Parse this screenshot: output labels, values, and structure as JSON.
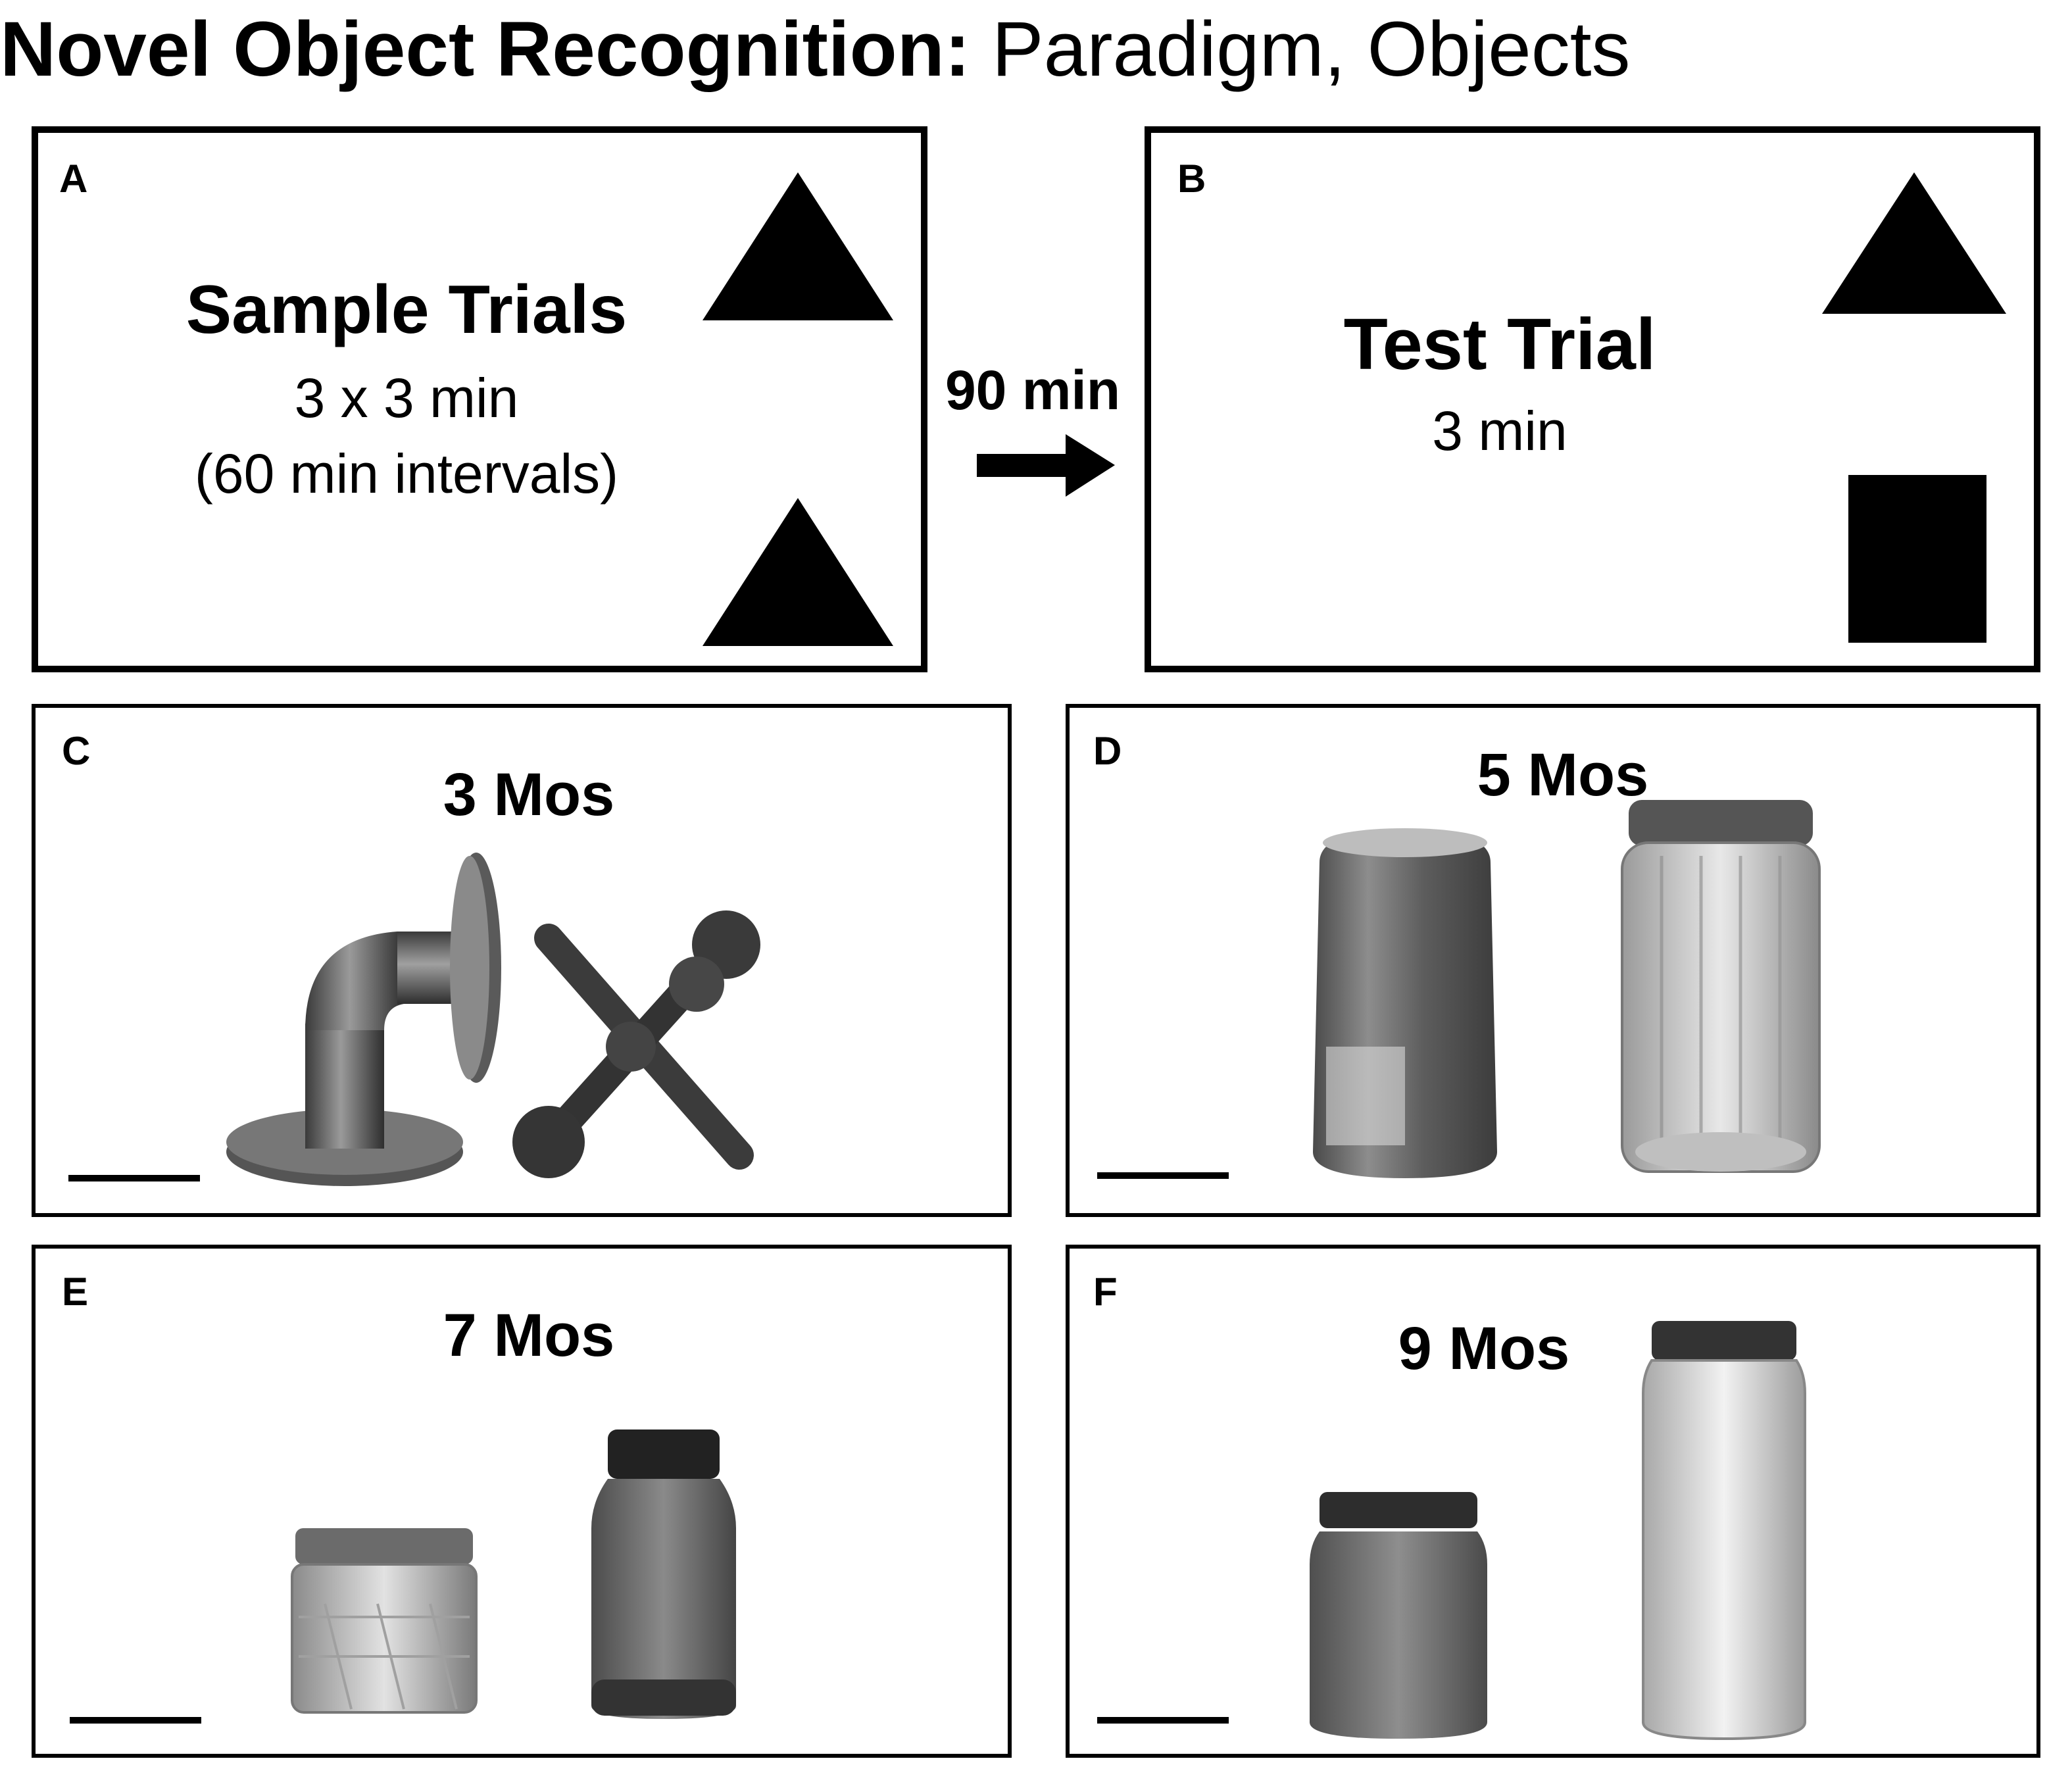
{
  "title": {
    "bold": "Novel Object Recognition:",
    "rest": " Paradigm, Objects"
  },
  "panels": {
    "A": {
      "letter": "A",
      "heading": "Sample Trials",
      "line1": "3 x 3 min",
      "line2": "(60 min intervals)"
    },
    "B": {
      "letter": "B",
      "heading": "Test Trial",
      "line1": "3 min"
    },
    "C": {
      "letter": "C",
      "heading": "3 Mos"
    },
    "D": {
      "letter": "D",
      "heading": "5 Mos"
    },
    "E": {
      "letter": "E",
      "heading": "7 Mos"
    },
    "F": {
      "letter": "F",
      "heading": "9 Mos"
    }
  },
  "transition": {
    "label": "90 min"
  },
  "colors": {
    "ink": "#000000",
    "background": "#ffffff"
  },
  "icons": [
    "triangle-object-icon",
    "square-object-icon",
    "right-arrow-icon"
  ]
}
